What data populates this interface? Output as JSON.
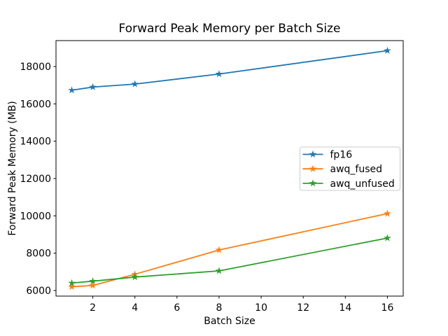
{
  "figure": {
    "background": "#ffffff",
    "spine_color": "#000000",
    "text_color": "#000000"
  },
  "chart_data": {
    "type": "line",
    "title": "Forward Peak Memory per Batch Size",
    "xlabel": "Batch Size",
    "ylabel": "Forward Peak Memory (MB)",
    "x": [
      1,
      2,
      4,
      8,
      16
    ],
    "series": [
      {
        "name": "fp16",
        "color": "#1f77b4",
        "marker": "star",
        "values": [
          16730,
          16900,
          17060,
          17600,
          18850
        ]
      },
      {
        "name": "awq_fused",
        "color": "#ff7f0e",
        "marker": "star",
        "values": [
          6200,
          6270,
          6870,
          8170,
          10120
        ]
      },
      {
        "name": "awq_unfused",
        "color": "#2ca02c",
        "marker": "star",
        "values": [
          6400,
          6500,
          6720,
          7050,
          8810
        ]
      }
    ],
    "xticks": [
      2,
      4,
      6,
      8,
      10,
      12,
      14,
      16
    ],
    "yticks": [
      6000,
      8000,
      10000,
      12000,
      14000,
      16000,
      18000
    ],
    "xlim": [
      0.25,
      16.75
    ],
    "ylim": [
      5700,
      19390
    ],
    "grid": false,
    "legend": {
      "position": "center right",
      "entries": [
        "fp16",
        "awq_fused",
        "awq_unfused"
      ],
      "border_color": "#cccccc",
      "background": "#ffffff"
    }
  }
}
